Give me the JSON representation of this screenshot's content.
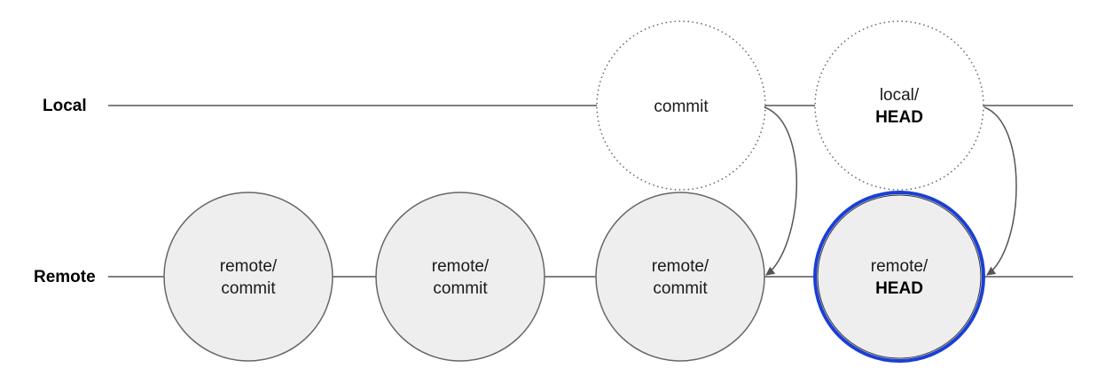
{
  "rows": {
    "local": {
      "label": "Local"
    },
    "remote": {
      "label": "Remote"
    }
  },
  "local_nodes": [
    {
      "line1": "commit",
      "line2": ""
    },
    {
      "line1": "local/",
      "line2": "HEAD"
    }
  ],
  "remote_nodes": [
    {
      "line1": "remote/",
      "line2": "commit"
    },
    {
      "line1": "remote/",
      "line2": "commit"
    },
    {
      "line1": "remote/",
      "line2": "commit"
    },
    {
      "line1": "remote/",
      "line2": "HEAD"
    }
  ],
  "colors": {
    "line": "#555555",
    "node_fill": "#eeeeee",
    "node_stroke": "#666666",
    "head_outer_ring": "#1a3fd6",
    "arrow": "#555555"
  }
}
